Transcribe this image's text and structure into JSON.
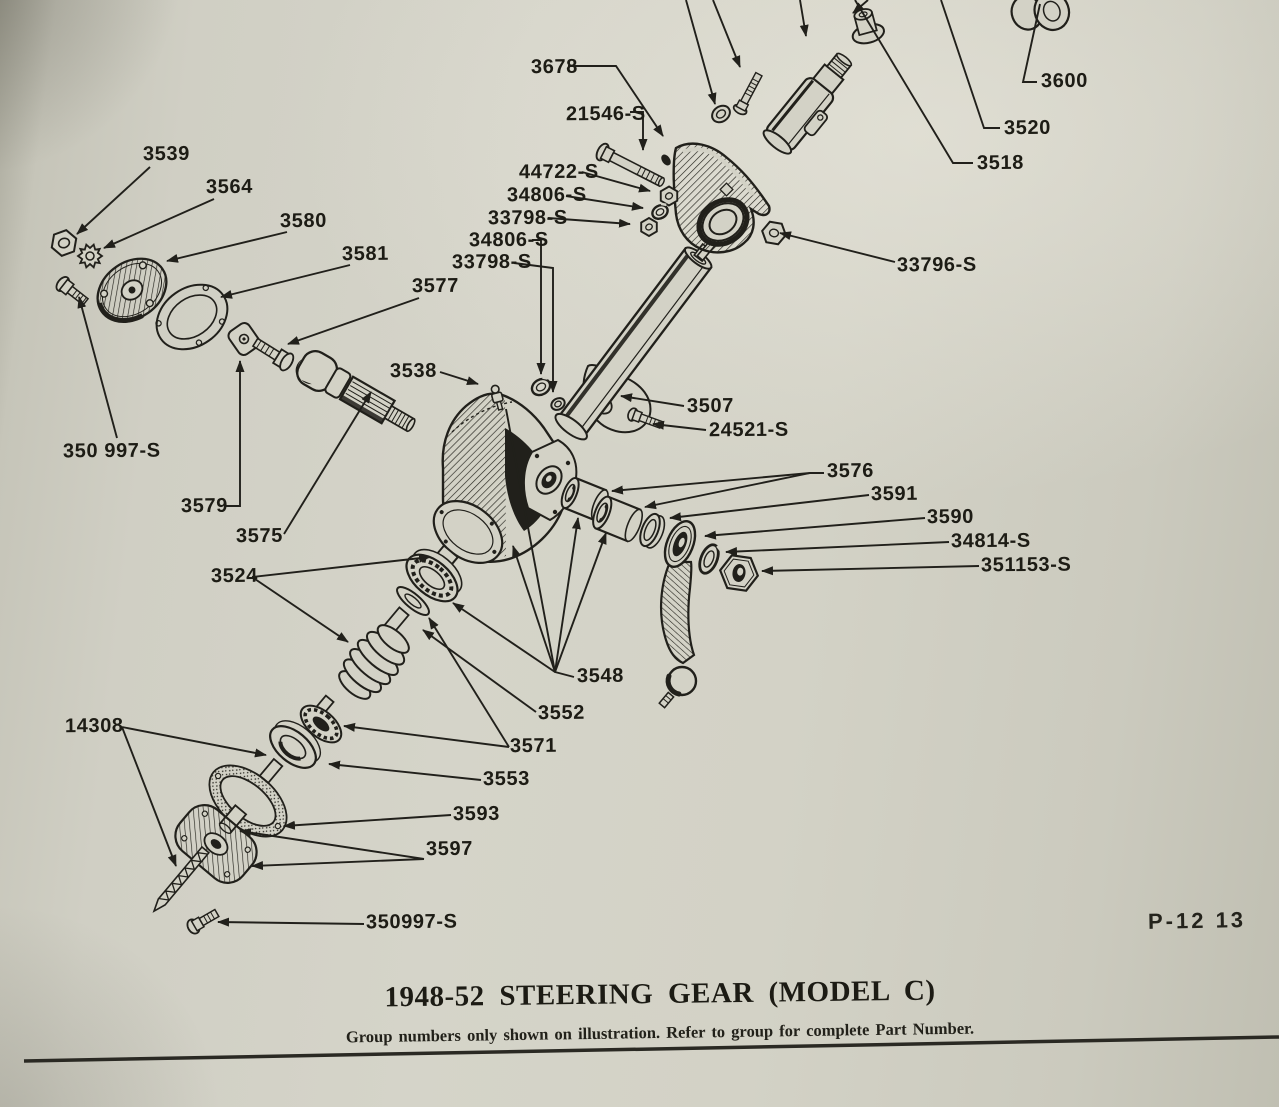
{
  "page": {
    "title": "1948-52 STEERING GEAR (MODEL C)",
    "subtitle": "Group numbers only shown on illustration. Refer to group for complete Part Number.",
    "page_ref": "P-12 13"
  },
  "diagram": {
    "description": "Exploded parts illustration of a 1948-52 steering gear assembly, Model C",
    "part_labels": {
      "p3678": "3678",
      "p21546": "21546-S",
      "p44722": "44722-S",
      "p34806_a": "34806-S",
      "p33798_a": "33798-S",
      "p34806_b": "34806-S",
      "p33798_b": "33798-S",
      "p3600": "3600",
      "p3520": "3520",
      "p3518": "3518",
      "p33796": "33796-S",
      "p3539": "3539",
      "p3564": "3564",
      "p3580": "3580",
      "p3581": "3581",
      "p3577": "3577",
      "p3538": "3538",
      "p3507": "3507",
      "p24521": "24521-S",
      "p3576": "3576",
      "p3591": "3591",
      "p3590": "3590",
      "p34814": "34814-S",
      "p351153": "351153-S",
      "p350997_a": "350 997-S",
      "p3579": "3579",
      "p3575": "3575",
      "p3524": "3524",
      "p3548": "3548",
      "p3552": "3552",
      "p3571": "3571",
      "p3553": "3553",
      "p3593": "3593",
      "p3597": "3597",
      "p14308": "14308",
      "p350997_b": "350997-S"
    }
  },
  "colors": {
    "paper": "#d3d2c6",
    "ink": "#21201b"
  }
}
